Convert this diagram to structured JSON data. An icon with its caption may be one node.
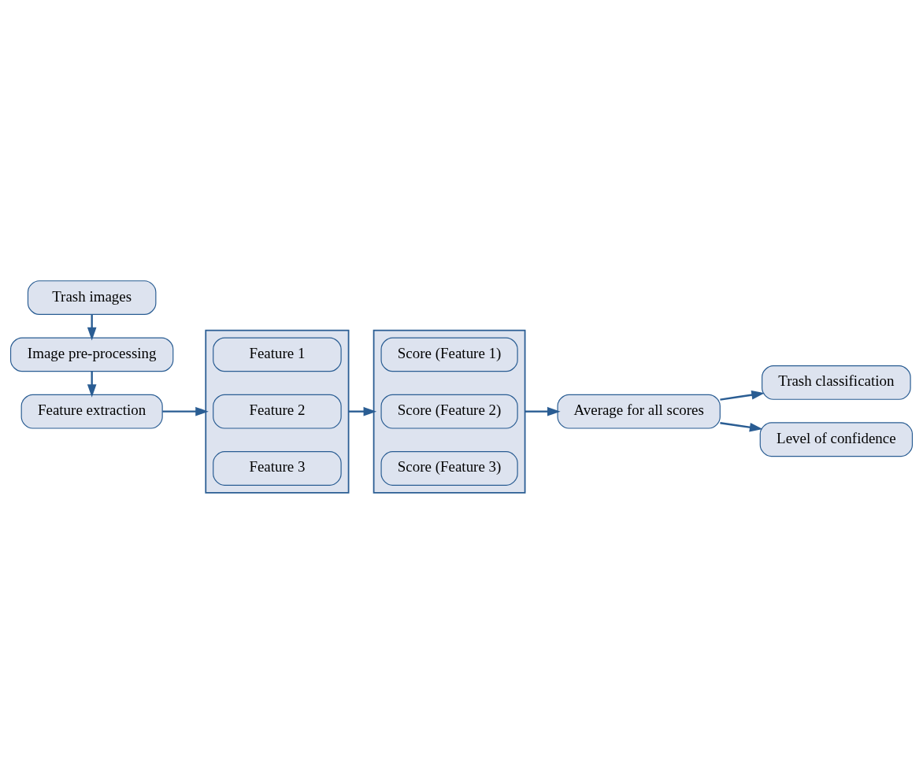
{
  "diagram": {
    "nodes": [
      {
        "text": [
          "Trash images"
        ]
      },
      {
        "text": [
          "Image pre-processing"
        ]
      },
      {
        "text": [
          "Feature extraction"
        ]
      },
      {
        "text": [],
        "shape": "box"
      },
      {
        "text": [
          "Feature 1"
        ],
        "in": 3
      },
      {
        "text": [
          "Feature 2"
        ],
        "in": 3
      },
      {
        "text": [
          "Feature 3"
        ],
        "in": 3
      },
      {
        "text": [],
        "shape": "box"
      },
      {
        "text": [
          "Score (Feature 1)"
        ],
        "in": 7
      },
      {
        "text": [
          "Score (Feature 2)"
        ],
        "in": 7
      },
      {
        "text": [
          "Score (Feature 3)"
        ],
        "in": 7
      },
      {
        "text": [
          "Average for all scores"
        ]
      },
      {
        "text": [
          "Trash classification"
        ]
      },
      {
        "text": [
          "Level of confidence"
        ]
      }
    ],
    "edges": [
      {
        "from": 0,
        "to": 1,
        "arrow": "to"
      },
      {
        "from": 1,
        "to": 2,
        "arrow": "to"
      },
      {
        "from": 2,
        "to": 3,
        "arrow": "to"
      },
      {
        "from": 3,
        "to": 7,
        "arrow": "to"
      },
      {
        "from": 7,
        "to": 11,
        "arrow": "to"
      },
      {
        "from": 11,
        "to": 12,
        "arrow": "to"
      },
      {
        "from": 11,
        "to": 13,
        "arrow": "to"
      }
    ]
  }
}
